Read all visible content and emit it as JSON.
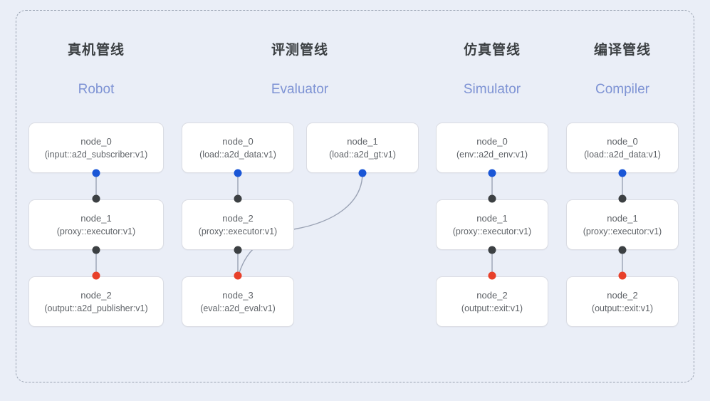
{
  "diagram": {
    "frame_style": "dashed",
    "background_color": "#eaeef7",
    "accent_colors": {
      "port_input": "#1a56d6",
      "port_output": "#e8402a",
      "port_neutral": "#3c4043",
      "heading_cn": "#3c4043",
      "heading_en": "#7e93d4",
      "edge": "#9aa2b4",
      "card_border": "#dadce3",
      "card_background": "#ffffff"
    },
    "columns": [
      {
        "id": "robot",
        "title_cn": "真机管线",
        "title_en": "Robot",
        "nodes": [
          {
            "name": "node_0",
            "detail": "(input::a2d_subscriber:v1)"
          },
          {
            "name": "node_1",
            "detail": "(proxy::executor:v1)"
          },
          {
            "name": "node_2",
            "detail": "(output::a2d_publisher:v1)"
          }
        ]
      },
      {
        "id": "evaluator",
        "title_cn": "评测管线",
        "title_en": "Evaluator",
        "nodes": [
          {
            "name": "node_0",
            "detail": "(load::a2d_data:v1)"
          },
          {
            "name": "node_1",
            "detail": "(load::a2d_gt:v1)"
          },
          {
            "name": "node_2",
            "detail": "(proxy::executor:v1)"
          },
          {
            "name": "node_3",
            "detail": "(eval::a2d_eval:v1)"
          }
        ]
      },
      {
        "id": "simulator",
        "title_cn": "仿真管线",
        "title_en": "Simulator",
        "nodes": [
          {
            "name": "node_0",
            "detail": "(env::a2d_env:v1)"
          },
          {
            "name": "node_1",
            "detail": "(proxy::executor:v1)"
          },
          {
            "name": "node_2",
            "detail": "(output::exit:v1)"
          }
        ]
      },
      {
        "id": "compiler",
        "title_cn": "编译管线",
        "title_en": "Compiler",
        "nodes": [
          {
            "name": "node_0",
            "detail": "(load::a2d_data:v1)"
          },
          {
            "name": "node_1",
            "detail": "(proxy::executor:v1)"
          },
          {
            "name": "node_2",
            "detail": "(output::exit:v1)"
          }
        ]
      }
    ]
  }
}
